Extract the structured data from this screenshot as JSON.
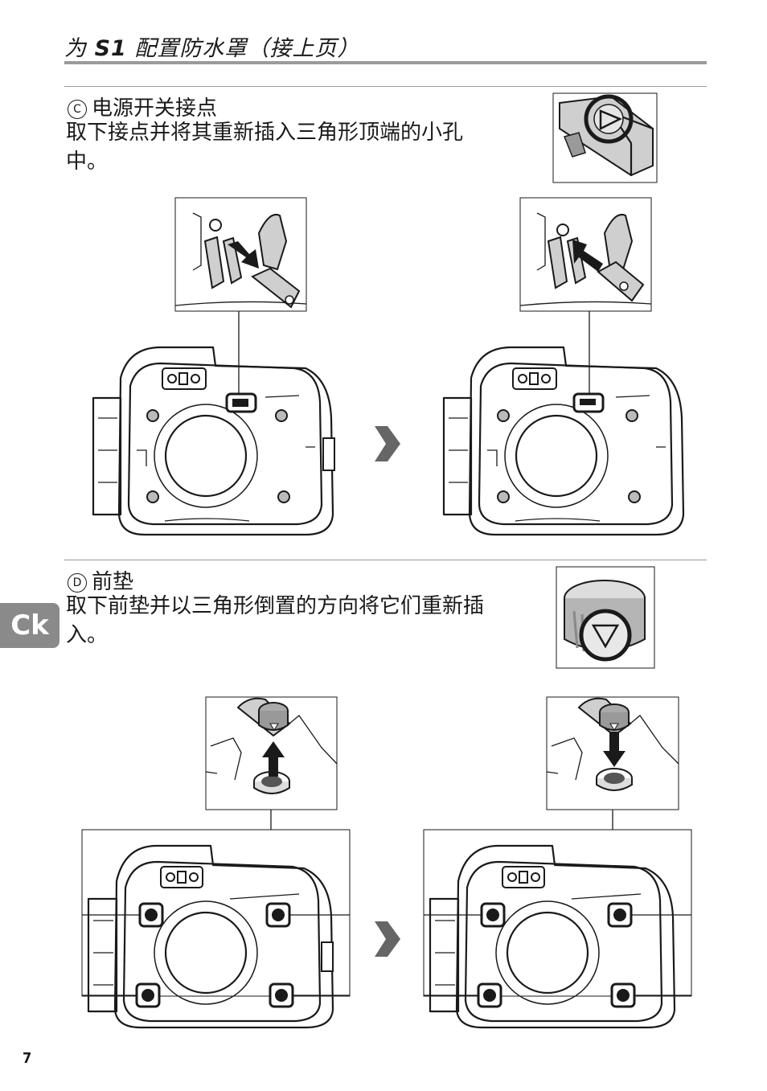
{
  "header": {
    "title_prefix": "为 ",
    "title_bold": "S1",
    "title_suffix": " 配置防水罩（接上页）"
  },
  "sections": [
    {
      "letter": "C",
      "title": "电源开关接点",
      "body": "取下接点并将其重新插入三角形顶端的小孔中。"
    },
    {
      "letter": "D",
      "title": "前垫",
      "body": "取下前垫并以三角形倒置的方向将它们重新插入。"
    }
  ],
  "side_tab": {
    "label": "Ck"
  },
  "page_number": "7"
}
